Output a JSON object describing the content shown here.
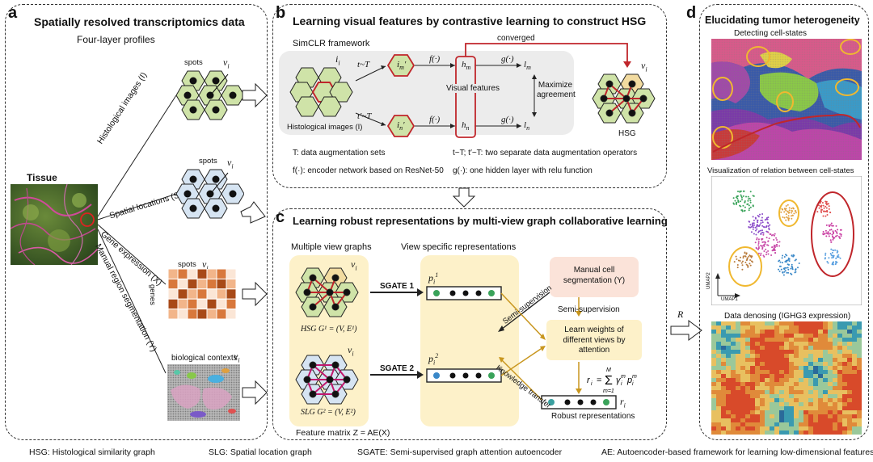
{
  "panel_a": {
    "letter": "a",
    "title": "Spatially resolved transcriptomics data",
    "subtitle": "Four-layer profiles",
    "tissue_label": "Tissue",
    "branch_histological": "Histological images (I)",
    "branch_spatial": "Spatial locations (S)",
    "branch_gene": "Gene expression (X)",
    "branch_manual": "Manual region segmentation (Y)",
    "spots_label_1": "spots",
    "spots_label_2": "spots",
    "spots_label_3": "spots",
    "genes_label": "genes",
    "bio_contexts": "biological contexts",
    "vi": "v",
    "vi_sub": "i"
  },
  "panel_b": {
    "letter": "b",
    "title": "Learning visual features by contrastive learning to construct HSG",
    "framework": "SimCLR framework",
    "converged": "converged",
    "hist_images": "Histological images (I)",
    "ii": "i",
    "ii_sub": "i",
    "im": "i",
    "im_sub": "m",
    "in": "i",
    "in_sub": "n",
    "t_sim_T": "t~T",
    "tp_sim_T": "t′~T",
    "f_dot": "f(·)",
    "g_dot": "g(·)",
    "hm": "h",
    "hm_sub": "m",
    "hn": "h",
    "hn_sub": "n",
    "lm": "l",
    "lm_sub": "m",
    "ln": "l",
    "ln_sub": "n",
    "visual_features": "Visual features",
    "maximize": "Maximize agreement",
    "hsg": "HSG",
    "legend_T": "T: data augmentation sets",
    "legend_tt": "t~T; t′~T: two separate data augmentation operators",
    "legend_f": "f(·): encoder network based on ResNet-50",
    "legend_g": "g(·): one hidden layer with relu function"
  },
  "panel_c": {
    "letter": "c",
    "title": "Learning robust representations by multi-view graph collaborative learning",
    "multiple_views": "Multiple view graphs",
    "view_specific": "View specific representations",
    "hsg_eq": "HSG G¹ = (V, E¹)",
    "slg_eq": "SLG G² = (V, E²)",
    "sgate1": "SGATE 1",
    "sgate2": "SGATE 2",
    "p1": "p",
    "p1_sub": "i",
    "p1_sup": "1",
    "p2": "p",
    "p2_sub": "i",
    "p2_sup": "2",
    "manual_cell": "Manual cell segmentation (Y)",
    "semi_supervision": "Semi-supervision",
    "semi_supervision_diag": "Semi-supervision",
    "learn_weights": "Learn weights of different views by attention",
    "knowledge_transfer": "Knowledge transfer",
    "ri_formula": "r_i = Σ γ_i^m p_i^m",
    "ri": "r",
    "ri_sub": "i",
    "robust": "Robust representations",
    "feature_matrix": "Feature matrix Z = AE(X)",
    "R": "R"
  },
  "panel_d": {
    "letter": "d",
    "title": "Elucidating tumor heterogeneity",
    "detecting": "Detecting cell-states",
    "visualization": "Visualization of relation between cell-states",
    "umap1": "UMAP1",
    "umap2": "UMAP2",
    "denoising": "Data denosing (IGHG3 expression)"
  },
  "footer": {
    "hsg": "HSG: Histological similarity graph",
    "slg": "SLG: Spatial location graph",
    "sgate": "SGATE: Semi-supervised graph attention autoencoder",
    "ae": "AE: Autoencoder-based framework for learning low-dimensional features"
  },
  "colors": {
    "green_hex": "#cfe3a8",
    "blue_hex": "#d6e4f2",
    "red_accent": "#c0262b",
    "magenta": "#c2186e",
    "gold": "#c8961e",
    "panel_bg": "#fdf1c9",
    "gray_bg": "#ececec",
    "pink_box": "#fbe3d9"
  }
}
